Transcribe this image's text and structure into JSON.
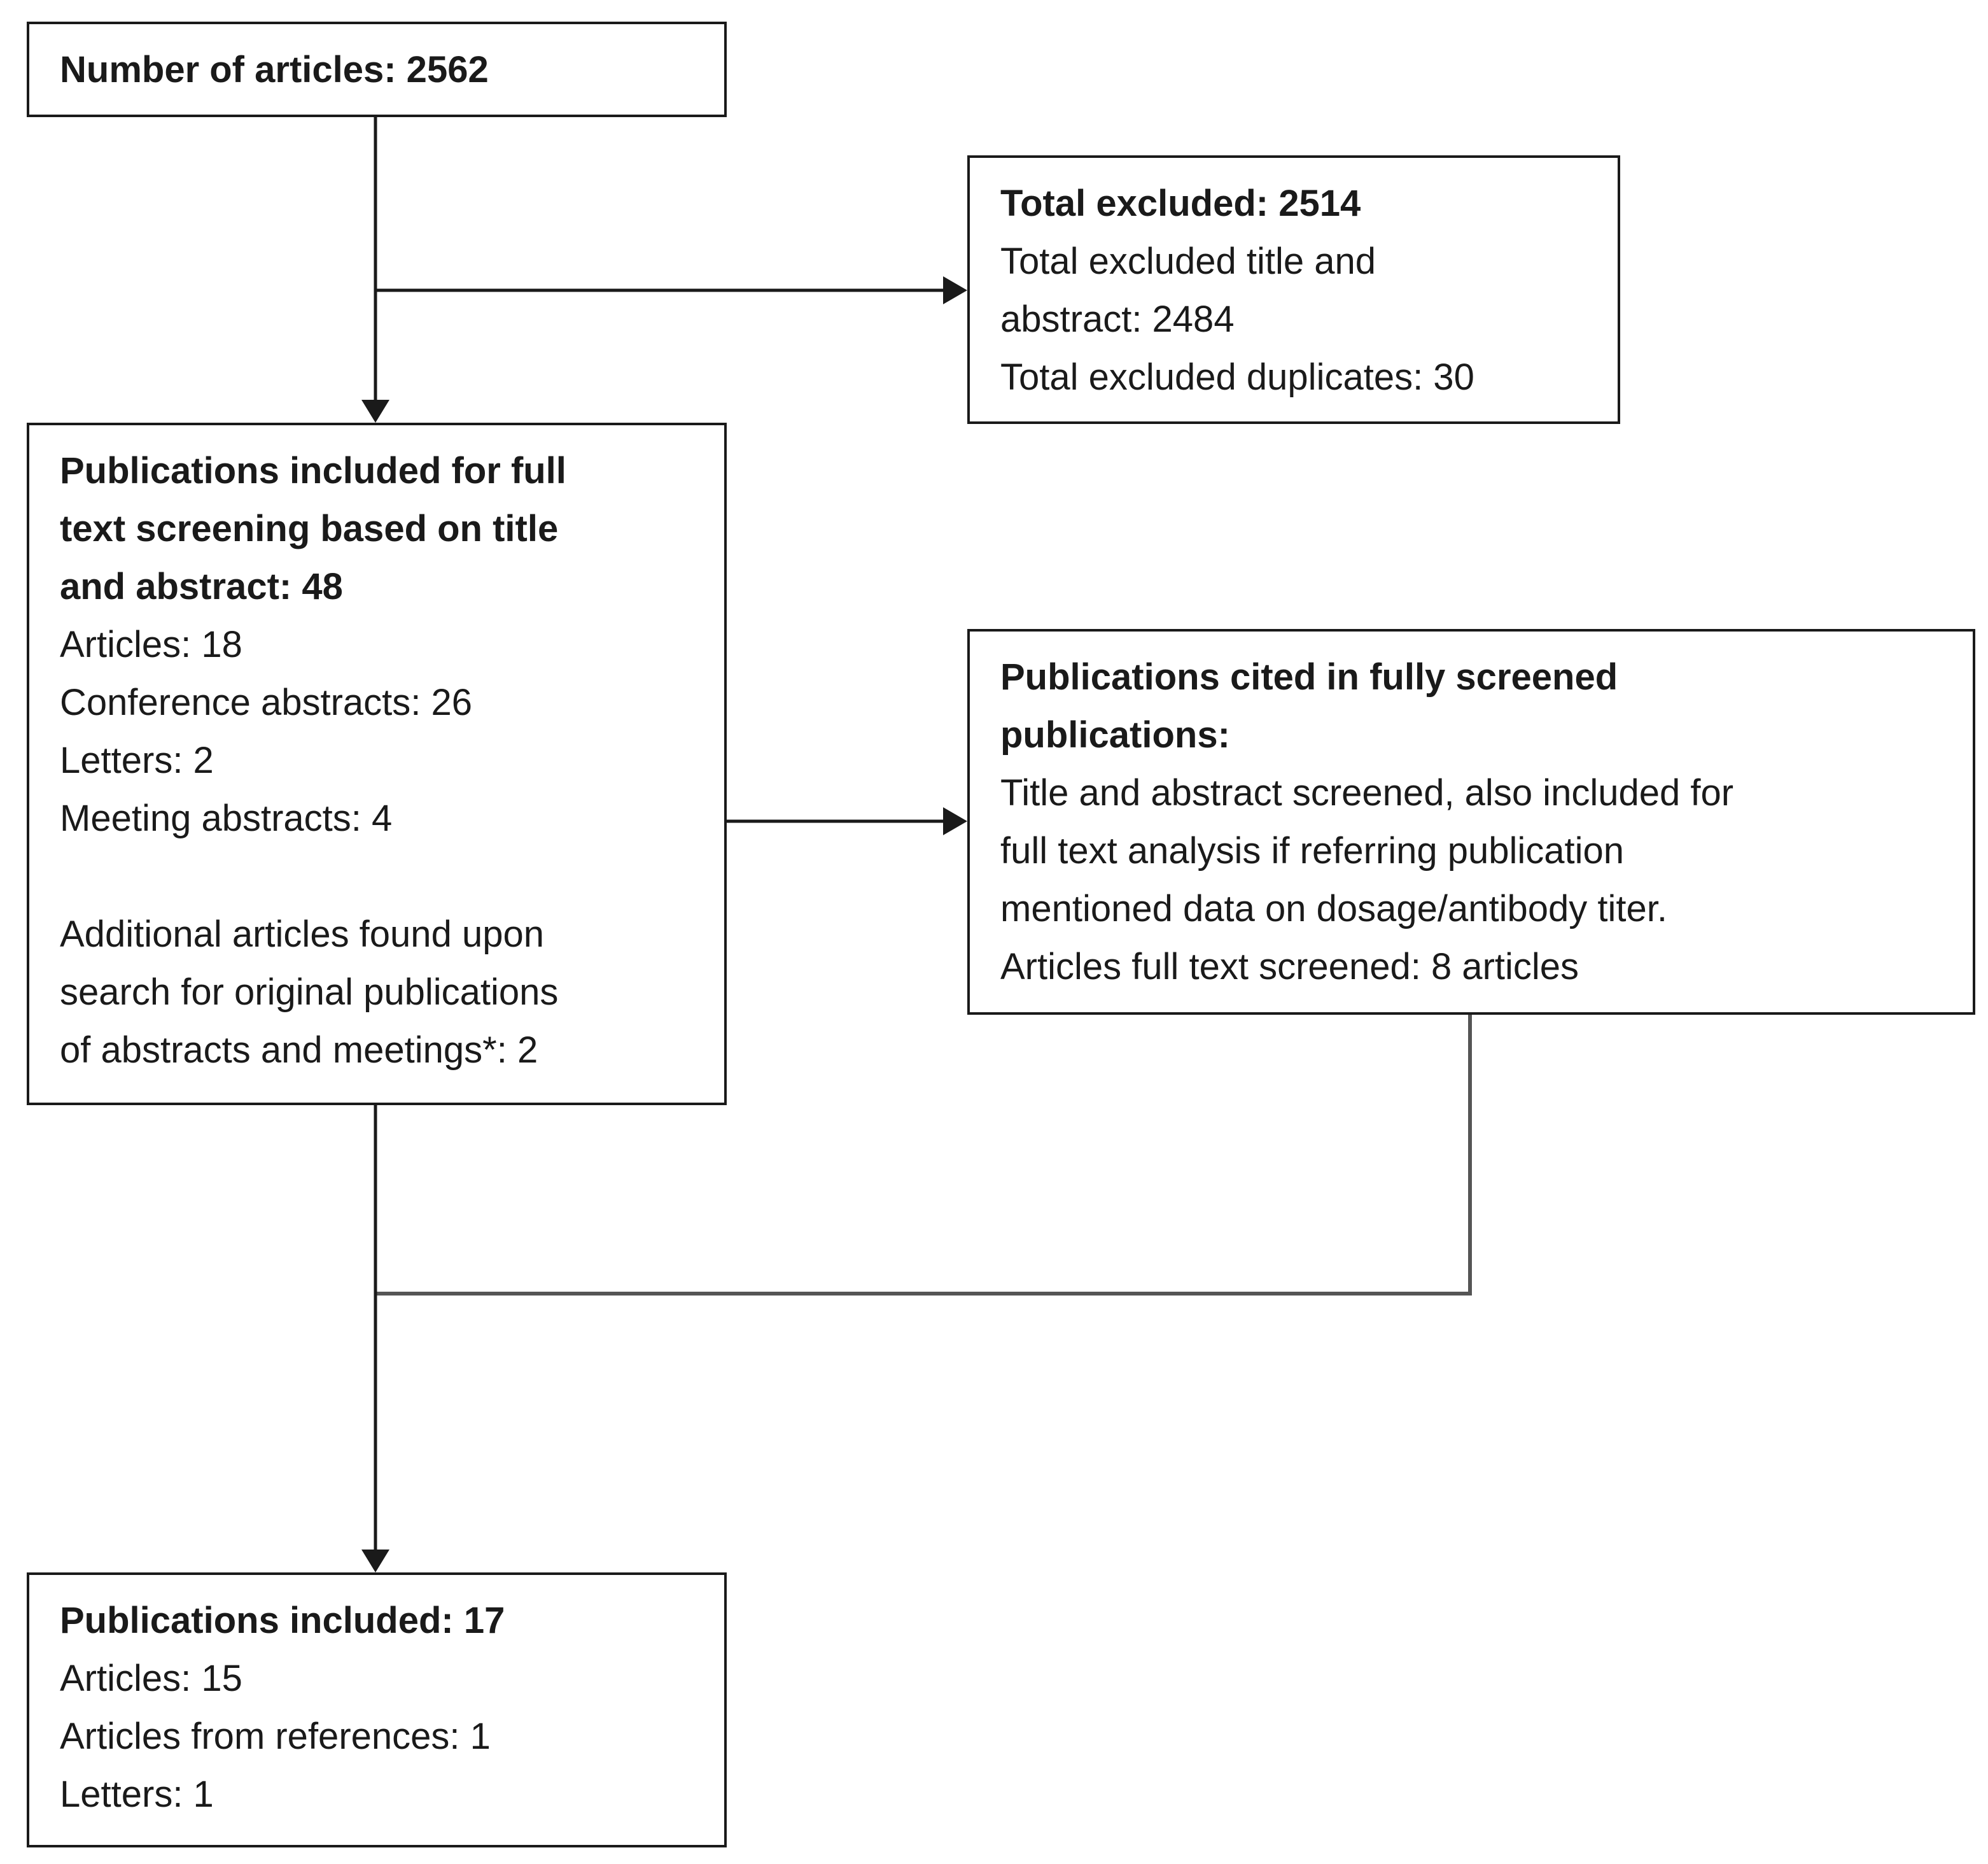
{
  "boxes": {
    "start": {
      "title": "Number of articles: 2562"
    },
    "excluded": {
      "title": "Total excluded: 2514",
      "lines": [
        "Total excluded title and",
        "abstract: 2484",
        "Total excluded duplicates: 30"
      ]
    },
    "fulltext": {
      "title_lines": [
        "Publications  included for full",
        "text screening based on title",
        "and abstract: 48"
      ],
      "lines": [
        "Articles: 18",
        "Conference abstracts: 26",
        "Letters:  2",
        "Meeting abstracts: 4"
      ],
      "additional_lines": [
        "Additional articles found upon",
        "search for original publications",
        "of abstracts and meetings*:  2"
      ]
    },
    "cited": {
      "title_lines": [
        "Publications  cited in fully screened",
        "publications:"
      ],
      "lines": [
        "Title and abstract screened, also included for",
        "full text analysis if referring publication",
        "mentioned  data on dosage/antibody titer.",
        "Articles full text screened:  8 articles"
      ]
    },
    "included": {
      "title": "Publications  included: 17",
      "lines": [
        "Articles:  15",
        "Articles  from references:  1",
        "Letters:  1"
      ]
    }
  },
  "colors": {
    "line": "#1a1a1a",
    "merge_line": "#555555",
    "box_border": "#1a1a1a",
    "background": "#ffffff"
  }
}
